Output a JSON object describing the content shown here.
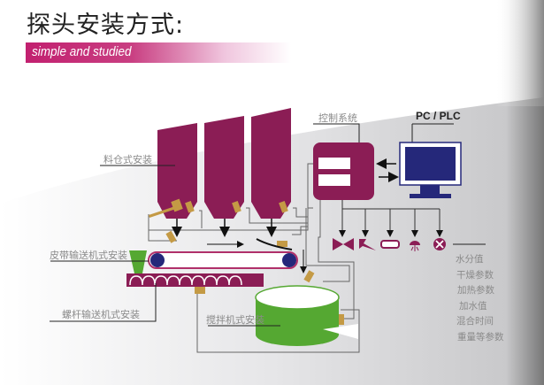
{
  "title": "探头安装方式:",
  "subtitle": "simple and studied",
  "labels": {
    "silo": "料仓式安装",
    "belt": "皮带输送机式安装",
    "screw": "螺杆输送机式安装",
    "mixer": "搅拌机式安装",
    "control": "控制系统",
    "pc": "PC / PLC"
  },
  "parameters": [
    "水分值",
    "干燥参数",
    "加热参数",
    "加水值",
    "混合时间",
    "重量等参数"
  ],
  "output_icons": [
    "valve-icon",
    "lightning-icon",
    "heater-icon",
    "lamp-icon",
    "alarm-icon"
  ],
  "colors": {
    "silo": "#8b1d55",
    "accent": "#c2206f",
    "monitor": "#25287a",
    "sensor": "#c49a45",
    "mixer": "#55a832",
    "line": "#666666"
  }
}
